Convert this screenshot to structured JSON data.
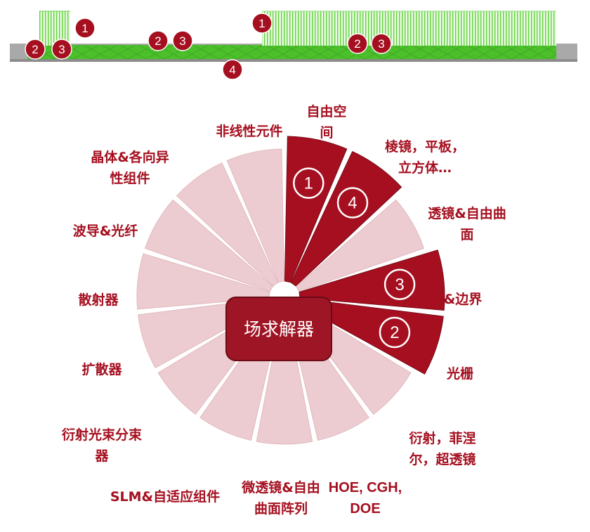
{
  "colors": {
    "accent": "#a50f1f",
    "light_segment": "#ecccd0",
    "center_box": "#9e1525",
    "bar_green": "#4bc02a",
    "bar_gray": "#a9a9a9"
  },
  "center": {
    "label": "场求解器"
  },
  "segments": [
    {
      "lines": [
        "自由空",
        "间"
      ],
      "highlight": true,
      "number": "1"
    },
    {
      "lines": [
        "棱镜，平板，",
        "立方体…"
      ],
      "highlight": true,
      "number": "4"
    },
    {
      "lines": [
        "透镜&自由曲",
        "面"
      ],
      "highlight": false,
      "number": ""
    },
    {
      "lines": [
        "孔径&边界"
      ],
      "highlight": true,
      "number": "3"
    },
    {
      "lines": [
        "光栅"
      ],
      "highlight": true,
      "number": "2"
    },
    {
      "lines": [
        "衍射，菲涅",
        "尔，超透镜"
      ],
      "highlight": false,
      "number": ""
    },
    {
      "lines": [
        "HOE, CGH,",
        "DOE"
      ],
      "highlight": false,
      "number": ""
    },
    {
      "lines": [
        "微透镜&自由",
        "曲面阵列"
      ],
      "highlight": false,
      "number": ""
    },
    {
      "lines": [
        "SLM&自适应组件"
      ],
      "highlight": false,
      "number": ""
    },
    {
      "lines": [
        "衍射光束分束",
        "器"
      ],
      "highlight": false,
      "number": ""
    },
    {
      "lines": [
        "扩散器"
      ],
      "highlight": false,
      "number": ""
    },
    {
      "lines": [
        "散射器"
      ],
      "highlight": false,
      "number": ""
    },
    {
      "lines": [
        "波导&光纤"
      ],
      "highlight": false,
      "number": ""
    },
    {
      "lines": [
        "晶体&各向异",
        "性组件"
      ],
      "highlight": false,
      "number": ""
    },
    {
      "lines": [
        "非线性元件"
      ],
      "highlight": false,
      "number": ""
    }
  ],
  "top_badges": [
    "2",
    "3",
    "1",
    "2",
    "3",
    "1",
    "2",
    "3",
    "4"
  ]
}
